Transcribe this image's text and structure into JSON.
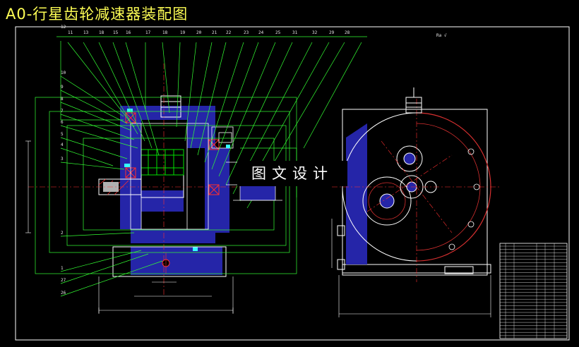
{
  "drawing": {
    "title": "A0-行星齿轮减速器装配图",
    "watermark": "图文设计"
  },
  "callouts": {
    "top_numbers": [
      "12",
      "11",
      "13",
      "18",
      "15",
      "16",
      "17",
      "18",
      "19",
      "20",
      "21",
      "22",
      "23",
      "24",
      "25",
      "31",
      "32",
      "29",
      "28"
    ],
    "left_numbers": [
      "10",
      "9",
      "8",
      "7",
      "6",
      "5",
      "4",
      "3",
      "2",
      "1",
      "27",
      "26"
    ],
    "roughness_mark": "Ra √"
  },
  "colors": {
    "background": "#000000",
    "title": "#ffff55",
    "leader_lines": "#33ff33",
    "housing": "#2525a8",
    "outline": "#ffffff",
    "centerline": "#ff3030",
    "section_hatch": "#ff3030",
    "gear_detail": "#00e000",
    "fasteners": "#33ffff",
    "bolt_circle": "#d83030"
  }
}
